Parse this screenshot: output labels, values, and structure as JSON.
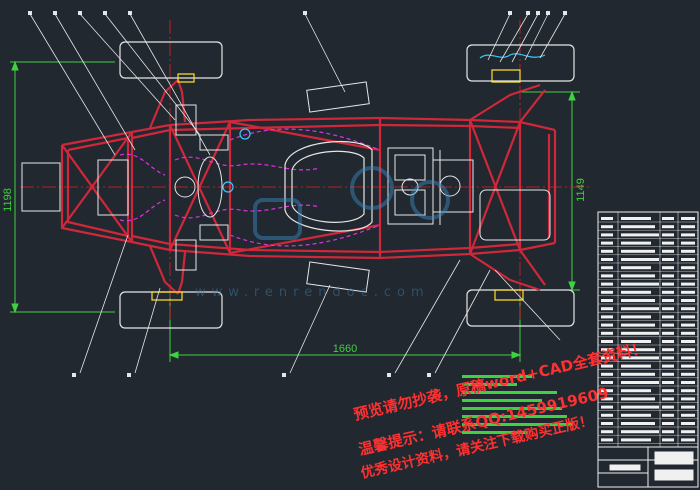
{
  "colors": {
    "background": "#212830",
    "frame": "#d0283a",
    "dimension": "#40d040",
    "centerline": "#e02020",
    "wheel": "#e6e6e6",
    "hydraulic": "#e030e0",
    "detail": "#38c8ff",
    "table": "#f0f0f0",
    "watermark": "#ff3030",
    "highlight": "#ffe028"
  },
  "dimensions": {
    "wheelbase": "1660",
    "front_track": "1198",
    "rear_track": "1149"
  },
  "watermark": {
    "line1": "预览请勿抄袭，原稿word+CAD全套资料！",
    "line2": "温馨提示：请联系QQ:1459919609",
    "line3": "优秀设计资料，请关注下载购买正版！"
  },
  "brand": "www.renrendoc.com"
}
